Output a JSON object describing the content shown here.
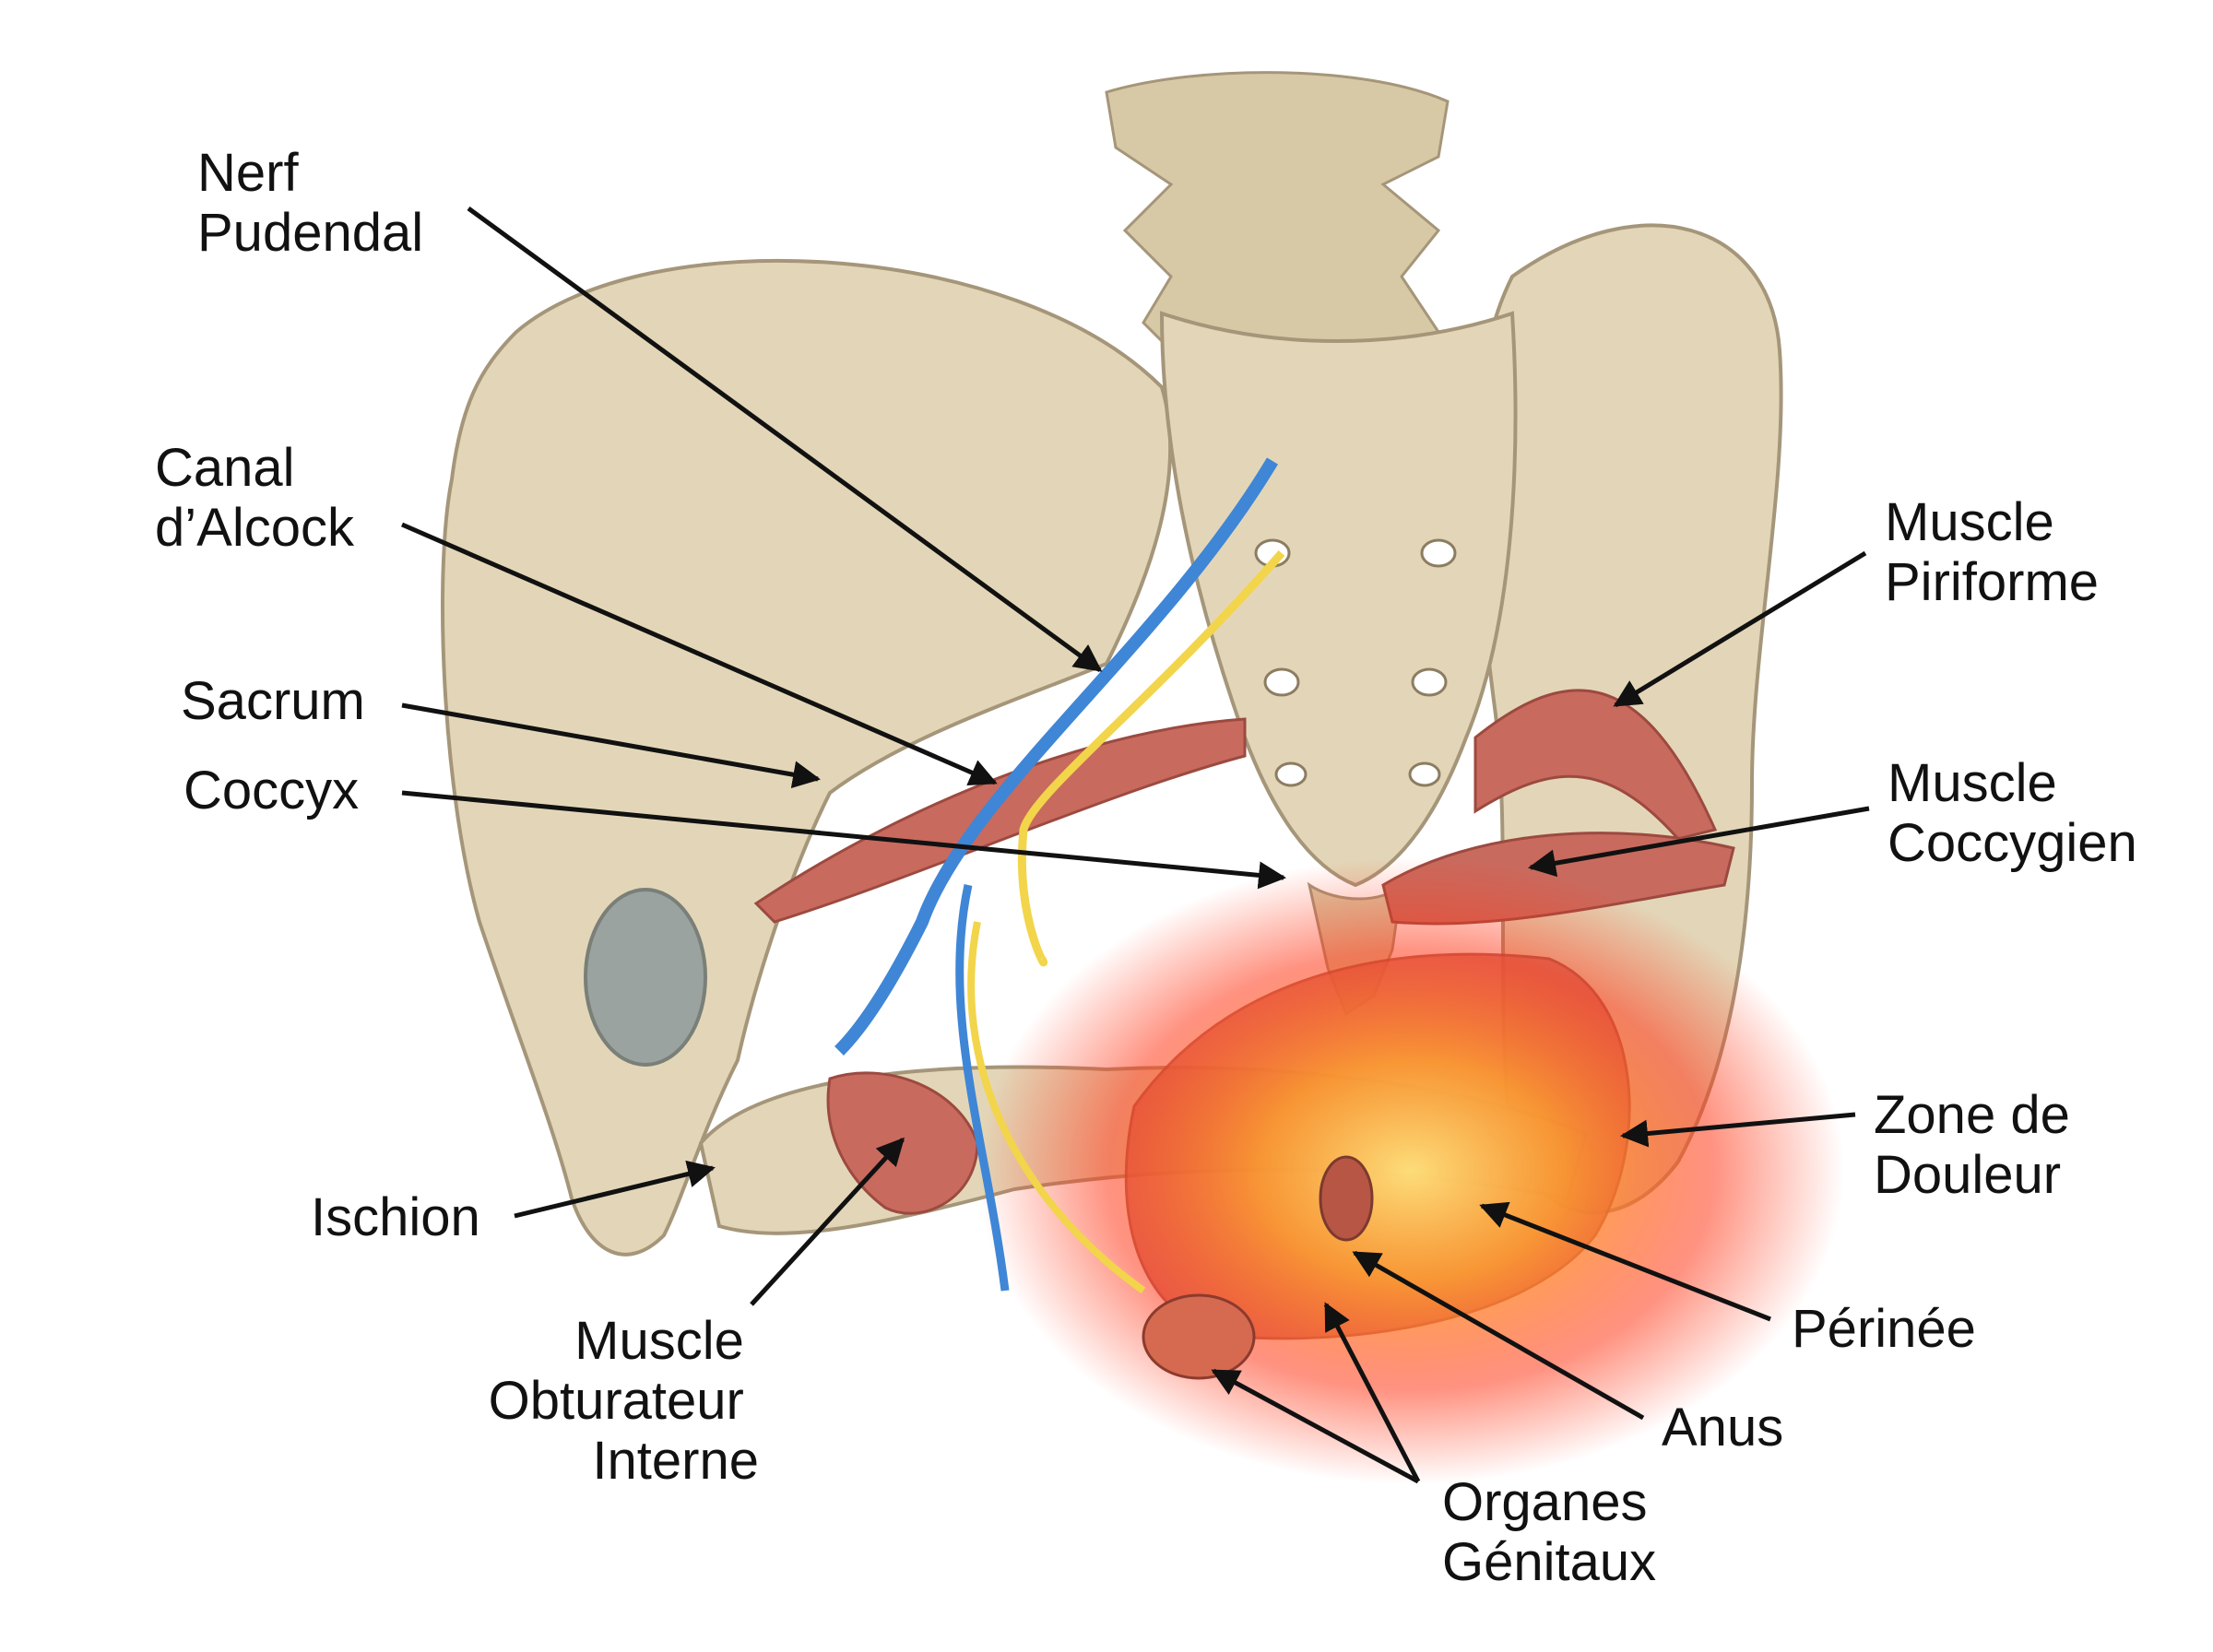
{
  "labels": {
    "nerf_pudendal": [
      "Nerf",
      "Pudendal"
    ],
    "canal_alcock": [
      "Canal",
      "d’Alcock"
    ],
    "sacrum": "Sacrum",
    "coccyx": "Coccyx",
    "ischion": "Ischion",
    "obturateur": [
      "Muscle",
      "Obturateur",
      "Interne"
    ],
    "piriforme": [
      "Muscle",
      "Piriforme"
    ],
    "coccygien": [
      "Muscle",
      "Coccygien"
    ],
    "douleur": [
      "Zone de",
      "Douleur"
    ],
    "perinee": "Périnée",
    "anus": "Anus",
    "organes": [
      "Organes",
      "Génitaux"
    ]
  },
  "colors": {
    "bone": "#e3d6b8",
    "muscle": "#c96a5e",
    "nerve_blue": "#3f86d6",
    "nerve_yellow": "#f2d54a",
    "pain": "#ff5a1a"
  }
}
